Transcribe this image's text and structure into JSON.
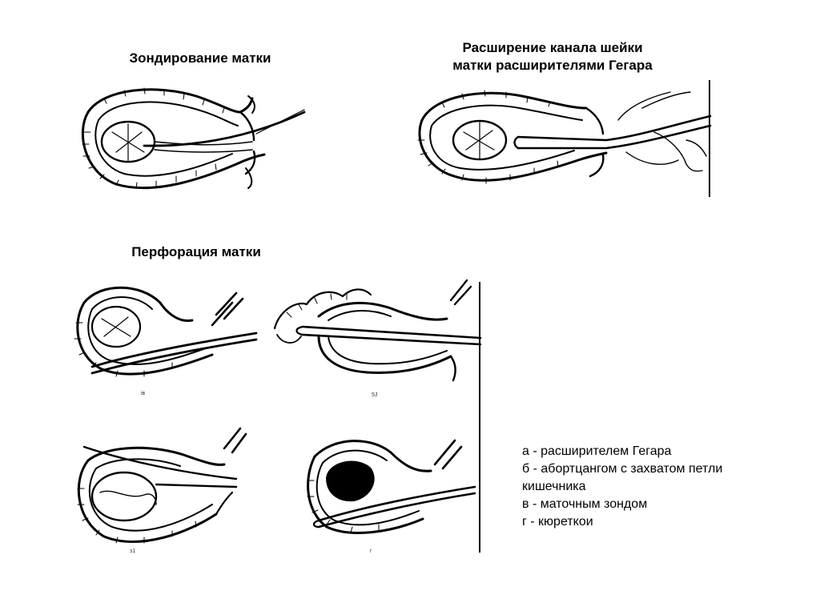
{
  "titles": {
    "probing": "Зондирование матки",
    "dilation_line1": "Расширение канала шейки",
    "dilation_line2": "матки расширителями Гегара",
    "perforation": "Перфорация матки"
  },
  "legend": [
    "а - расширителем Гегара",
    "б - абортцангом с захватом петли",
    "кишечника",
    "в - маточным зондом",
    "г - кюреткои"
  ],
  "figure_labels": {
    "a": "ів",
    "b": "5J",
    "c": "з1",
    "d": "г"
  },
  "colors": {
    "ink": "#000000",
    "paper": "#ffffff"
  }
}
